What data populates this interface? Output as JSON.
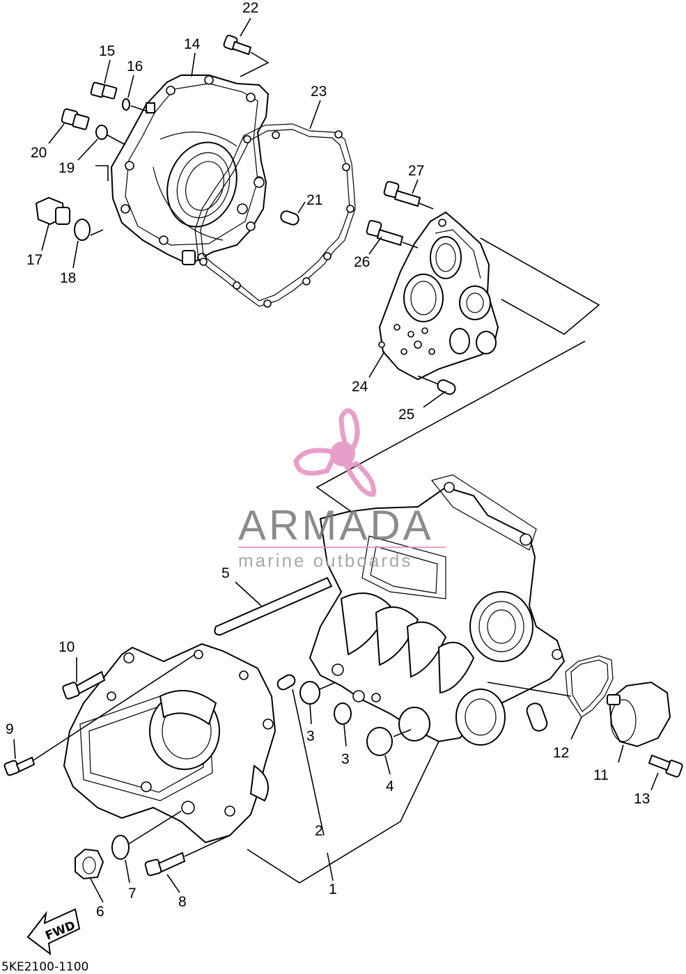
{
  "diagram": {
    "drawing_code": "5KE2100-1100",
    "direction_label": "FWD",
    "callouts": [
      "1",
      "2",
      "3",
      "3",
      "4",
      "5",
      "6",
      "7",
      "8",
      "9",
      "10",
      "11",
      "12",
      "13",
      "14",
      "15",
      "16",
      "17",
      "18",
      "19",
      "20",
      "21",
      "22",
      "23",
      "24",
      "25",
      "26",
      "27"
    ],
    "watermark": {
      "brand": "ARMADA",
      "tagline": "marine outboards",
      "logo_icon": "propeller-icon",
      "logo_color": "#e38fc0"
    }
  }
}
